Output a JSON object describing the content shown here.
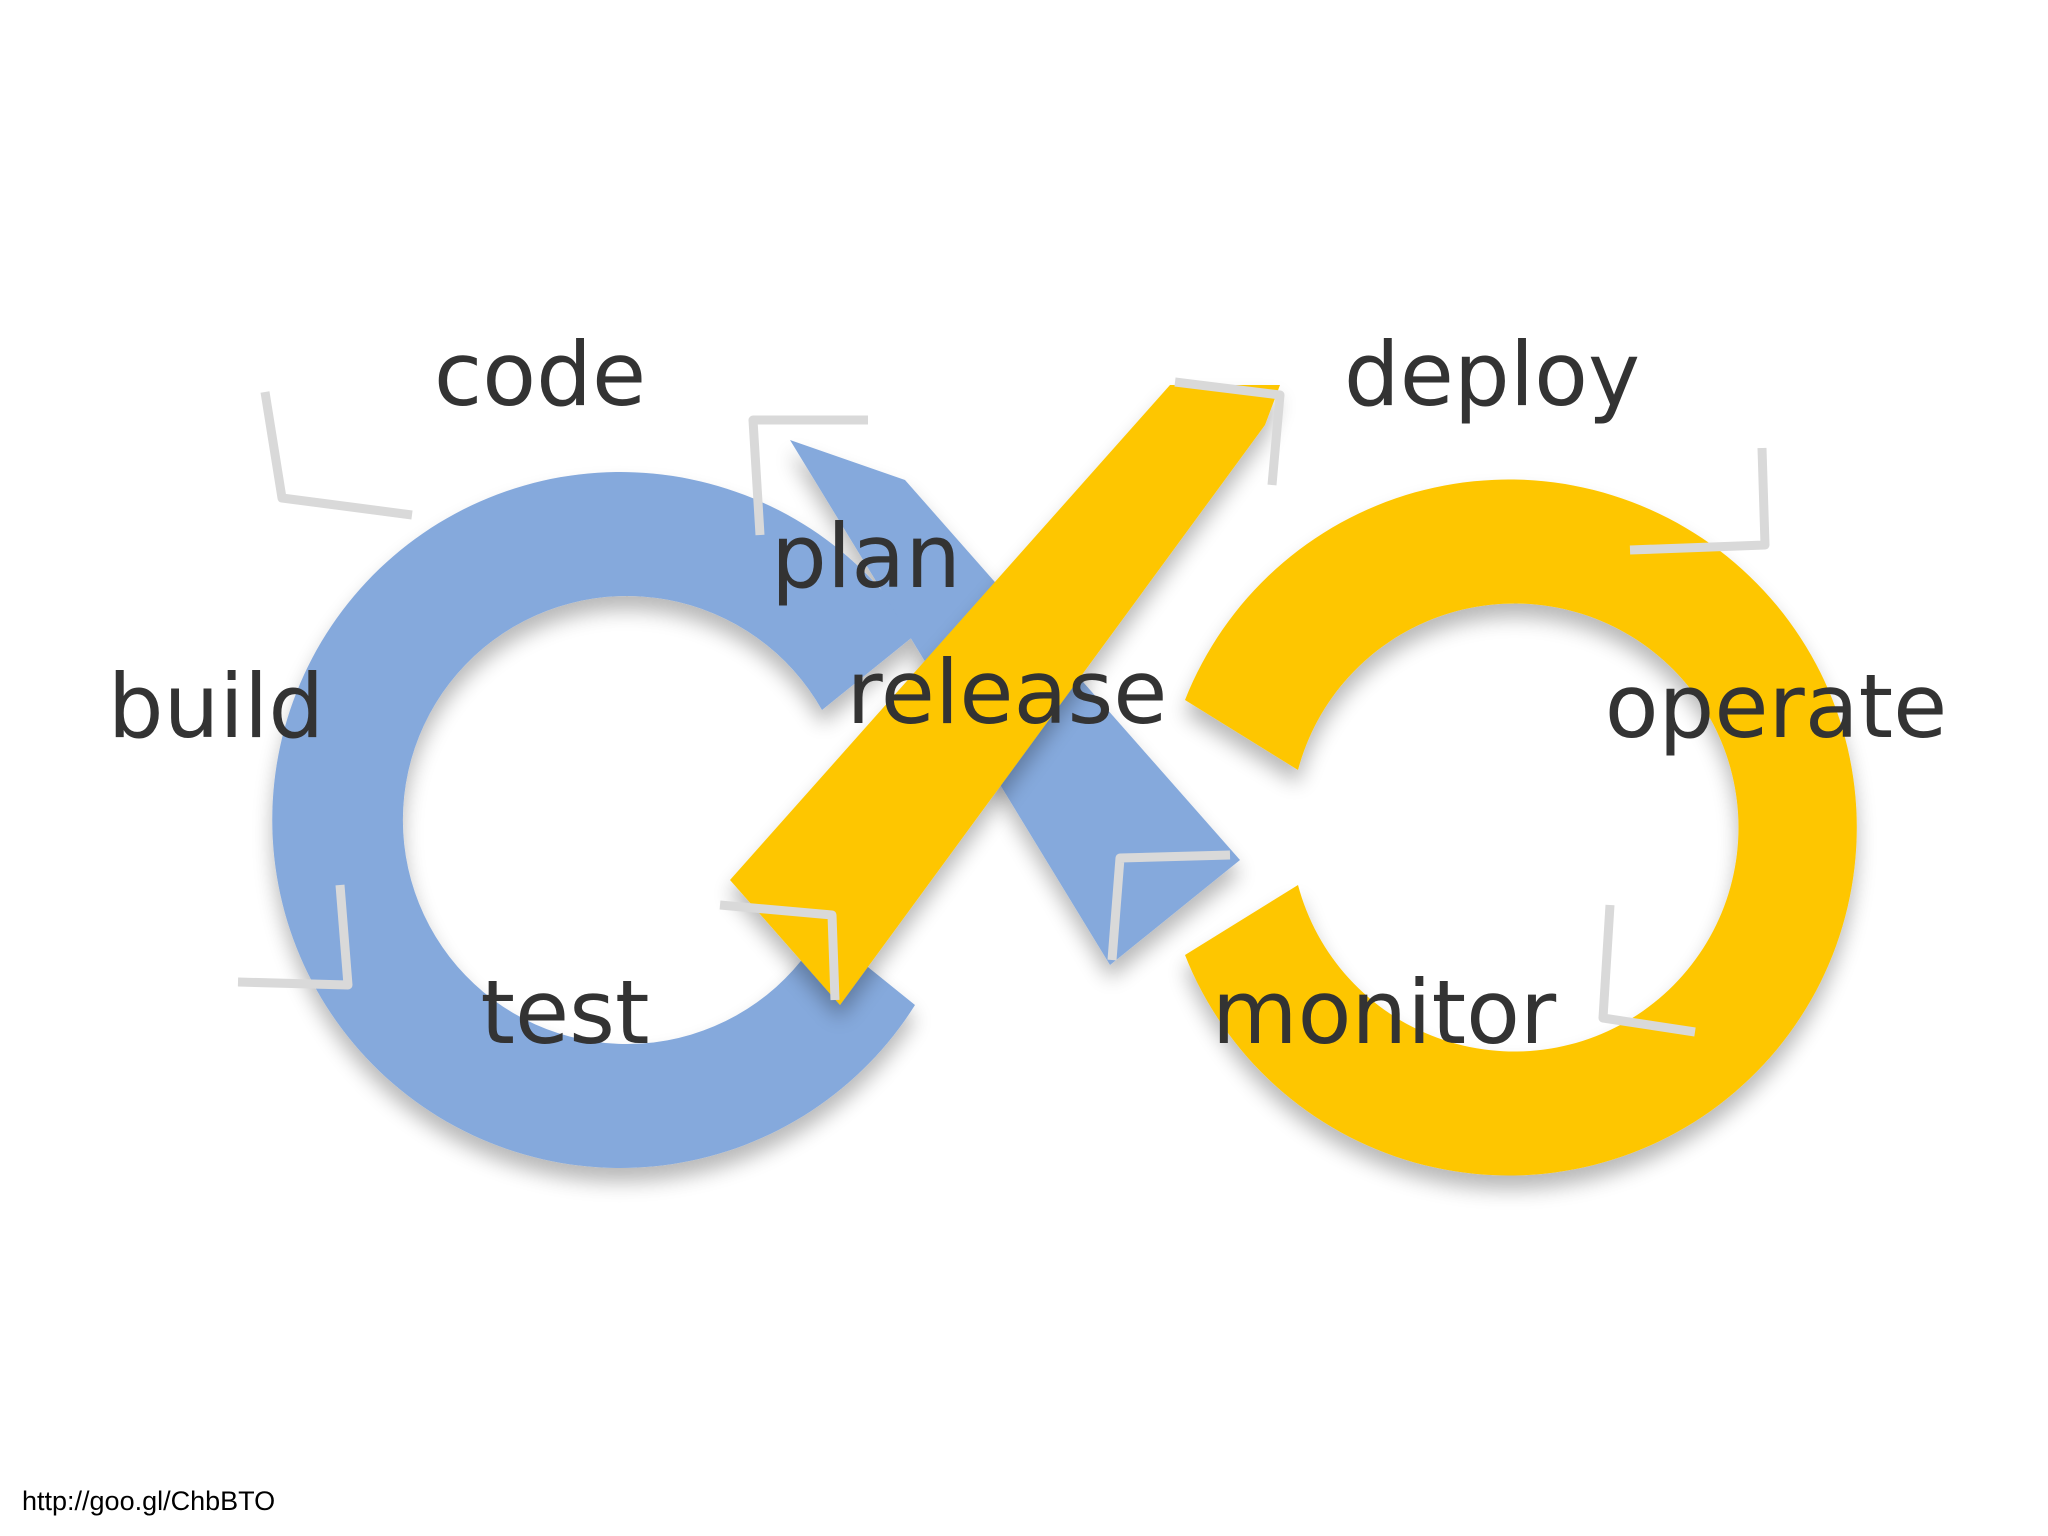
{
  "diagram": {
    "colors": {
      "blue_loop": "#85A9DC",
      "yellow_loop": "#FEC600",
      "seam": "#D9D9D9",
      "label_text": "#333333",
      "background": "#FFFFFF"
    },
    "labels": {
      "code": "code",
      "plan": "plan",
      "build": "build",
      "test": "test",
      "release": "release",
      "deploy": "deploy",
      "operate": "operate",
      "monitor": "monitor"
    }
  },
  "source": {
    "url_text": "http://goo.gl/ChbBTO"
  }
}
